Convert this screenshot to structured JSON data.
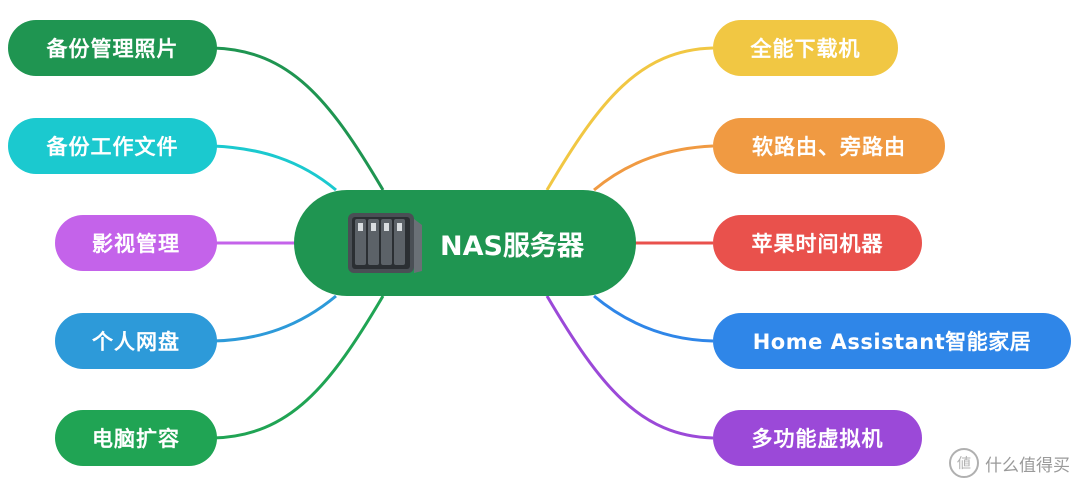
{
  "center": {
    "label": "NAS服务器",
    "icon": "nas-device-icon",
    "color": "#1f9551"
  },
  "left_branches": [
    {
      "label": "备份管理照片",
      "color": "#1f9551"
    },
    {
      "label": "备份工作文件",
      "color": "#1bc9cf"
    },
    {
      "label": "影视管理",
      "color": "#c463ea"
    },
    {
      "label": "个人网盘",
      "color": "#2d9ad9"
    },
    {
      "label": "电脑扩容",
      "color": "#20a454"
    }
  ],
  "right_branches": [
    {
      "label": "全能下载机",
      "color": "#f1c743"
    },
    {
      "label": "软路由、旁路由",
      "color": "#f09a42"
    },
    {
      "label": "苹果时间机器",
      "color": "#e9514c"
    },
    {
      "label": "Home Assistant智能家居",
      "color": "#2f86e8"
    },
    {
      "label": "多功能虚拟机",
      "color": "#9b49d8"
    }
  ],
  "watermark": {
    "text": "什么值得买",
    "icon": "smzdm-logo-icon"
  }
}
